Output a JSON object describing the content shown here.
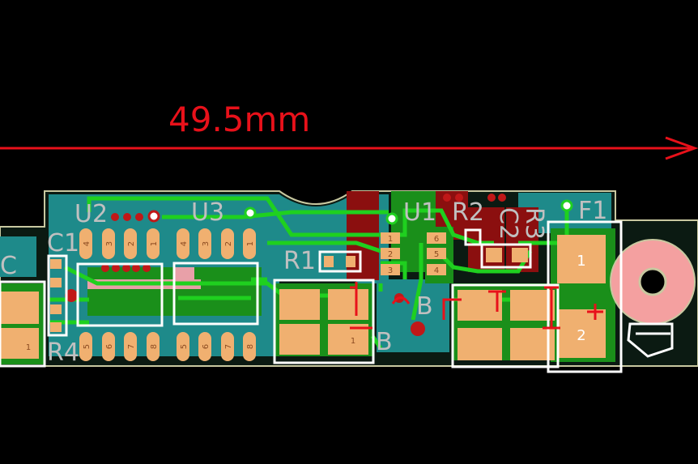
{
  "dimension": {
    "label": "49.5mm",
    "color": "#e8111a"
  },
  "designators": {
    "u2": "U2",
    "u3": "U3",
    "u1": "U1",
    "r2": "R2",
    "c2": "C2",
    "r3": "R3",
    "f1": "F1",
    "c1": "C1",
    "r1": "R1",
    "r4": "R4",
    "c_left": "C",
    "b_center": "B",
    "b_right": "B"
  },
  "pin_labels": {
    "u2_top": [
      "4",
      "3",
      "2",
      "1"
    ],
    "u2_bottom": [
      "5",
      "6",
      "7",
      "8"
    ],
    "u3_top": [
      "4",
      "3",
      "2",
      "1"
    ],
    "u3_bottom": [
      "5",
      "6",
      "7",
      "8"
    ],
    "u1_left": [
      "1",
      "2",
      "3"
    ],
    "u1_right": [
      "6",
      "5",
      "4"
    ],
    "f1_pads": [
      "1",
      "2"
    ],
    "left_pad": "1",
    "mid_pad": "1"
  },
  "colors": {
    "background": "#000000",
    "board_outline": "#c8c8a0",
    "copper_pour": "#1e8a8a",
    "pad": "#f0b070",
    "trace": "#1fd01f",
    "silkscreen": "#ffffff",
    "top_overlay": "#e8111a",
    "component_fill": "#8b0f0f",
    "mounting_hole": "#f4a0a0"
  }
}
